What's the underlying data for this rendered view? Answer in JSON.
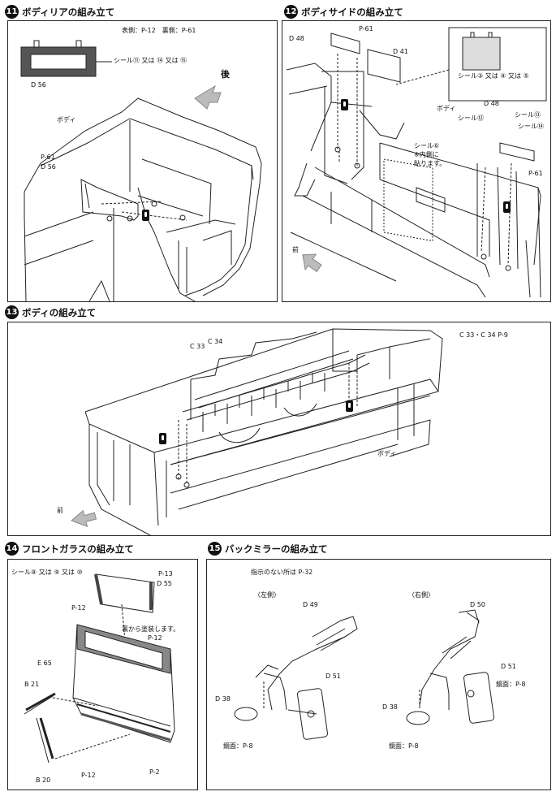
{
  "steps": [
    {
      "number": "11",
      "title": "ボディリアの組み立て"
    },
    {
      "number": "12",
      "title": "ボディサイドの組み立て"
    },
    {
      "number": "13",
      "title": "ボディの組み立て"
    },
    {
      "number": "14",
      "title": "フロントガラスの組み立て"
    },
    {
      "number": "15",
      "title": "バックミラーの組み立て"
    }
  ],
  "step11": {
    "paint_note": "表側：P-12　裏側：P-61",
    "seal_note": "シール⑪ 又は ⑭ 又は ⑮",
    "part_d56_top": "D 56",
    "body": "ボディ",
    "p61": "P-61",
    "part_d56": "D 56",
    "direction": "後"
  },
  "step12": {
    "p61_top": "P-61",
    "part_d48_top": "D 48",
    "part_d41": "D 41",
    "inset_seal": "シール③ 又は ④ 又は ⑤",
    "part_d48": "D 48",
    "body": "ボディ",
    "seal_12": "シール⑫",
    "seal_13": "シール⑬",
    "seal_14": "シール⑭",
    "seal_6": "シール⑥",
    "seal_6_note1": "※内側に",
    "seal_6_note2": "貼ります。",
    "p61": "P-61",
    "direction": "前"
  },
  "step13": {
    "part_c33": "C 33",
    "part_c34": "C 34",
    "paint_note": "C 33・C 34 P-9",
    "body": "ボディ",
    "direction": "前"
  },
  "step14": {
    "seal_note": "シール⑧ 又は ⑨ 又は ⑩",
    "p13": "P-13",
    "part_d55": "D 55",
    "p12_a": "P-12",
    "back_paint": "裏から塗装します。",
    "p12_b": "P-12",
    "part_e65": "E 65",
    "part_b21": "B 21",
    "p12_c": "P-12",
    "p2": "P-2",
    "part_b20": "B 20"
  },
  "step15": {
    "note": "指示のない所は P-32",
    "left_side": "〈左側〉",
    "right_side": "〈右側〉",
    "part_d49": "D 49",
    "part_d50": "D 50",
    "part_d51_l": "D 51",
    "part_d51_r": "D 51",
    "part_d38_l": "D 38",
    "part_d38_r": "D 38",
    "mirror_l": "鏡面：P-8",
    "mirror_r": "鏡面：P-8",
    "mirror_r_top": "鏡面：P-8"
  }
}
